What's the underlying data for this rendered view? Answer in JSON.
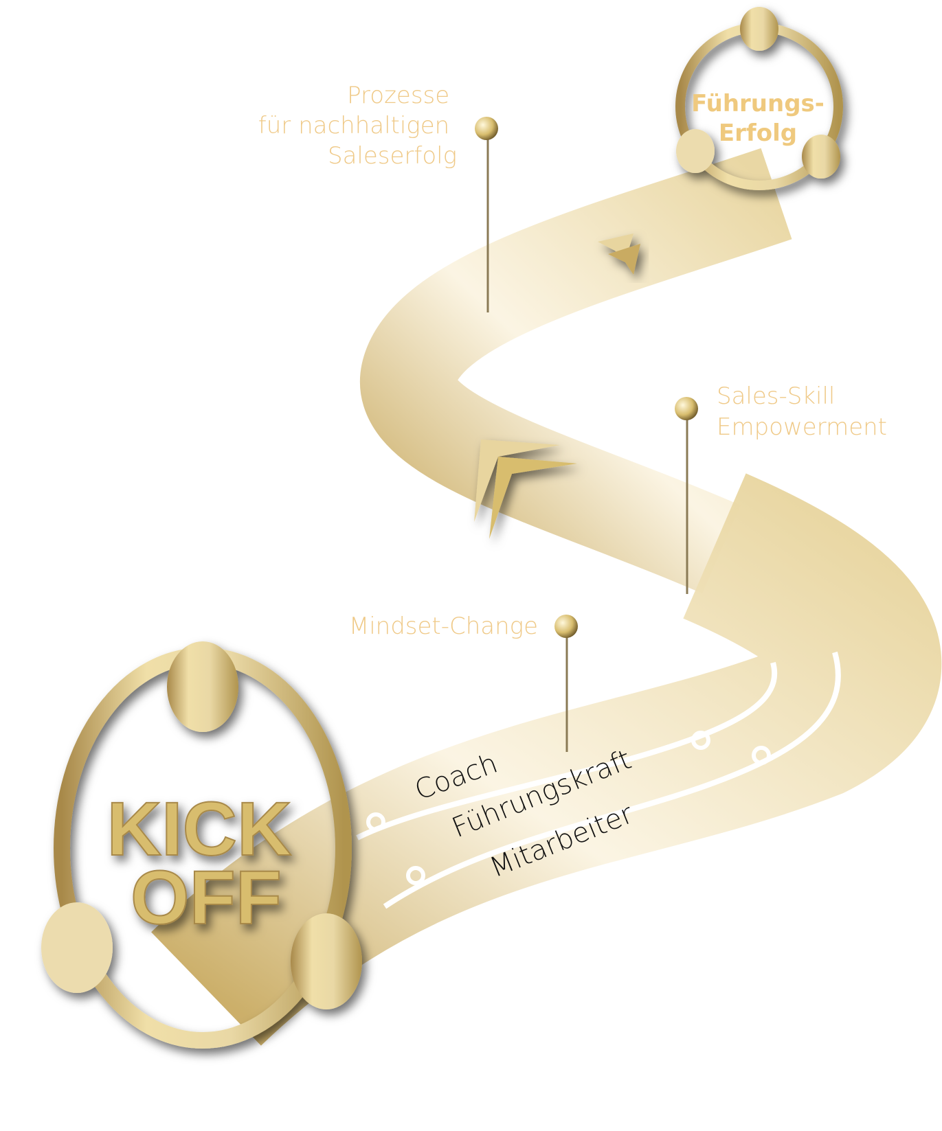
{
  "start": {
    "line1": "KICK",
    "line2": "OFF"
  },
  "goal": {
    "line1": "Führungs-",
    "line2": "Erfolg"
  },
  "milestones": [
    {
      "lines": [
        "Prozesse",
        "für nachhaltigen",
        "Saleserfolg"
      ]
    },
    {
      "lines": [
        "Sales-Skill",
        "Empowerment"
      ]
    },
    {
      "lines": [
        "Mindset-Change"
      ]
    }
  ],
  "lanes": [
    "Coach",
    "Führungskraft",
    "Mitarbeiter"
  ],
  "colors": {
    "gold_light": "#f3e6c0",
    "gold": "#d8bd6e",
    "gold_dark": "#a8894a",
    "label": "#efc987"
  }
}
